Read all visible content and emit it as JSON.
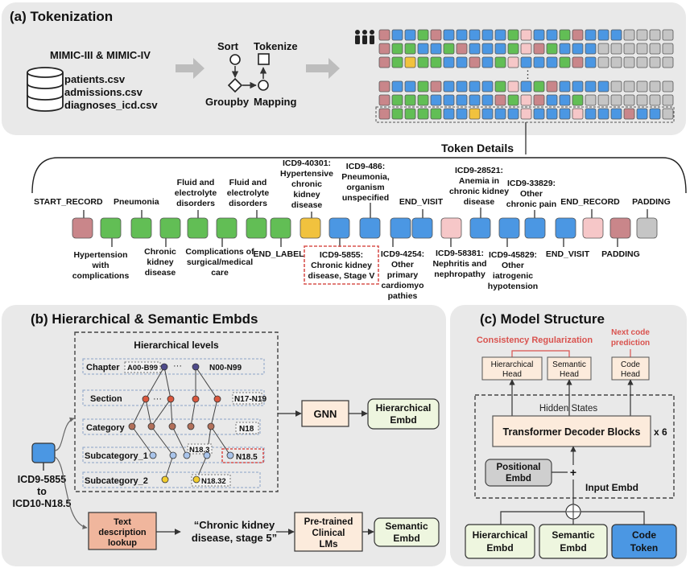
{
  "panel_a": {
    "title": "(a) Tokenization",
    "source": "MIMIC-III & MIMIC-IV",
    "files": [
      "patients.csv",
      "admissions.csv",
      "diagnoses_icd.csv"
    ],
    "steps": {
      "sort": "Sort",
      "tokenize": "Tokenize",
      "groupby": "Groupby",
      "mapping": "Mapping"
    },
    "ellipsis": "⋮",
    "token_details": "Token Details"
  },
  "tokens_top": {
    "start_record": "START_RECORD",
    "pneumonia": "Pneumonia",
    "fluid1": [
      "Fluid and",
      "electrolyte",
      "disorders"
    ],
    "fluid2": [
      "Fluid and",
      "electrolyte",
      "disorders"
    ],
    "icd40301": [
      "ICD9-40301:",
      "Hypertensive",
      "chronic",
      "kidney",
      "disease"
    ],
    "icd486": [
      "ICD9-486:",
      "Pneumonia,",
      "organism",
      "unspecified"
    ],
    "end_visit": "END_VISIT",
    "icd28521": [
      "ICD9-28521:",
      "Anemia in",
      "chronic kidney",
      "disease"
    ],
    "icd33829": [
      "ICD9-33829:",
      "Other",
      "chronic pain"
    ],
    "end_record": "END_RECORD",
    "padding": "PADDING"
  },
  "tokens_bottom": {
    "hypertension": [
      "Hypertension",
      "with",
      "complications"
    ],
    "ckd": [
      "Chronic",
      "kidney",
      "disease"
    ],
    "complications": [
      "Complications of",
      "surgical/medical",
      "care"
    ],
    "end_label": "END_LABEL",
    "icd5855": [
      "ICD9-5855:",
      "Chronic kidney",
      "disease, Stage V"
    ],
    "icd4254": [
      "ICD9-4254:",
      "Other",
      "primary",
      "cardiomyo",
      "pathies"
    ],
    "icd58381": [
      "ICD9-58381:",
      "Nephritis and",
      "nephropathy"
    ],
    "icd45829": [
      "ICD9-45829:",
      "Other",
      "iatrogenic",
      "hypotension"
    ],
    "end_visit": "END_VISIT",
    "padding": "PADDING"
  },
  "panel_b": {
    "title": "(b) Hierarchical & Semantic Embds",
    "levels_title": "Hierarchical levels",
    "levels": [
      "Chapter",
      "Section",
      "Category",
      "Subcategory_1",
      "Subcategory_2"
    ],
    "codes": {
      "chapter_a": "A00-B99",
      "chapter_n": "N00-N99",
      "section": "N17-N19",
      "category": "N18",
      "sub1a": "N18.3",
      "sub1b": "N18.5",
      "sub2": "N18.32"
    },
    "dots": "···",
    "gnn": "GNN",
    "hier_embd": [
      "Hierarchical",
      "Embd"
    ],
    "mapping": [
      "ICD9-5855",
      "to",
      "ICD10-N18.5"
    ],
    "lookup": [
      "Text",
      "description",
      "lookup"
    ],
    "quote": [
      "“Chronic kidney",
      "disease, stage 5”"
    ],
    "llm": [
      "Pre-trained",
      "Clinical",
      "LMs"
    ],
    "sem_embd": [
      "Semantic",
      "Embd"
    ]
  },
  "panel_c": {
    "title": "(c) Model Structure",
    "consistency": "Consistency Regularization",
    "next_code": [
      "Next code",
      "prediction"
    ],
    "heads": {
      "hier": [
        "Hierarchical",
        "Head"
      ],
      "sem": [
        "Semantic",
        "Head"
      ],
      "code": [
        "Code",
        "Head"
      ]
    },
    "hidden_states": "Hidden States",
    "decoder": "Transformer Decoder Blocks",
    "times": "x 6",
    "positional": [
      "Positional",
      "Embd"
    ],
    "plus": "+",
    "input_embd": "Input Embd",
    "inputs": {
      "hier": [
        "Hierarchical",
        "Embd"
      ],
      "sem": [
        "Semantic",
        "Embd"
      ],
      "code": [
        "Code",
        "Token"
      ]
    }
  },
  "colors": {
    "red": "#c9868a",
    "green": "#62be55",
    "yellow": "#f1c23e",
    "blue": "#4b97e3",
    "pink": "#f6c7c8",
    "gray": "#c5c5c5",
    "peach": "#f0b69d",
    "cream": "#fcebdc",
    "lightgreen": "#eef6df",
    "accent_red": "#d9534f"
  }
}
